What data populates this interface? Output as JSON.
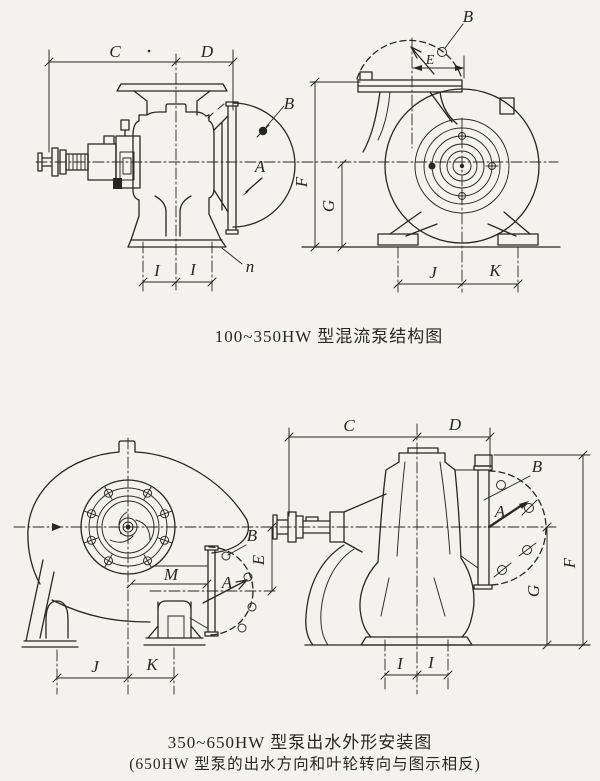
{
  "page": {
    "background": "#f4f2ee",
    "ink": "#29261f"
  },
  "figure1": {
    "caption": "100~350HW 型混流泵结构图",
    "side_view": {
      "dim_c": "C",
      "dim_d": "D",
      "flange_bolt": "B",
      "rotation": "A",
      "dim_i_left": "I",
      "dim_i_right": "I",
      "bolt_count": "n"
    },
    "end_view": {
      "flange_bolt": "B",
      "dim_e": "E",
      "dim_f": "F",
      "dim_g": "G",
      "dim_j": "J",
      "dim_k": "K"
    }
  },
  "figure2": {
    "caption_line1": "350~650HW 型泵出水外形安装图",
    "caption_line2": "(650HW 型泵的出水方向和叶轮转向与图示相反)",
    "front_view": {
      "dim_m": "M",
      "rotation": "A",
      "flange_bolt": "B",
      "dim_e": "E",
      "dim_j": "J",
      "dim_k": "K"
    },
    "side_view": {
      "dim_c": "C",
      "dim_d": "D",
      "flange_bolt": "B",
      "rotation": "A",
      "dim_f": "F",
      "dim_g": "G",
      "dim_i_left": "I",
      "dim_i_right": "I"
    }
  }
}
